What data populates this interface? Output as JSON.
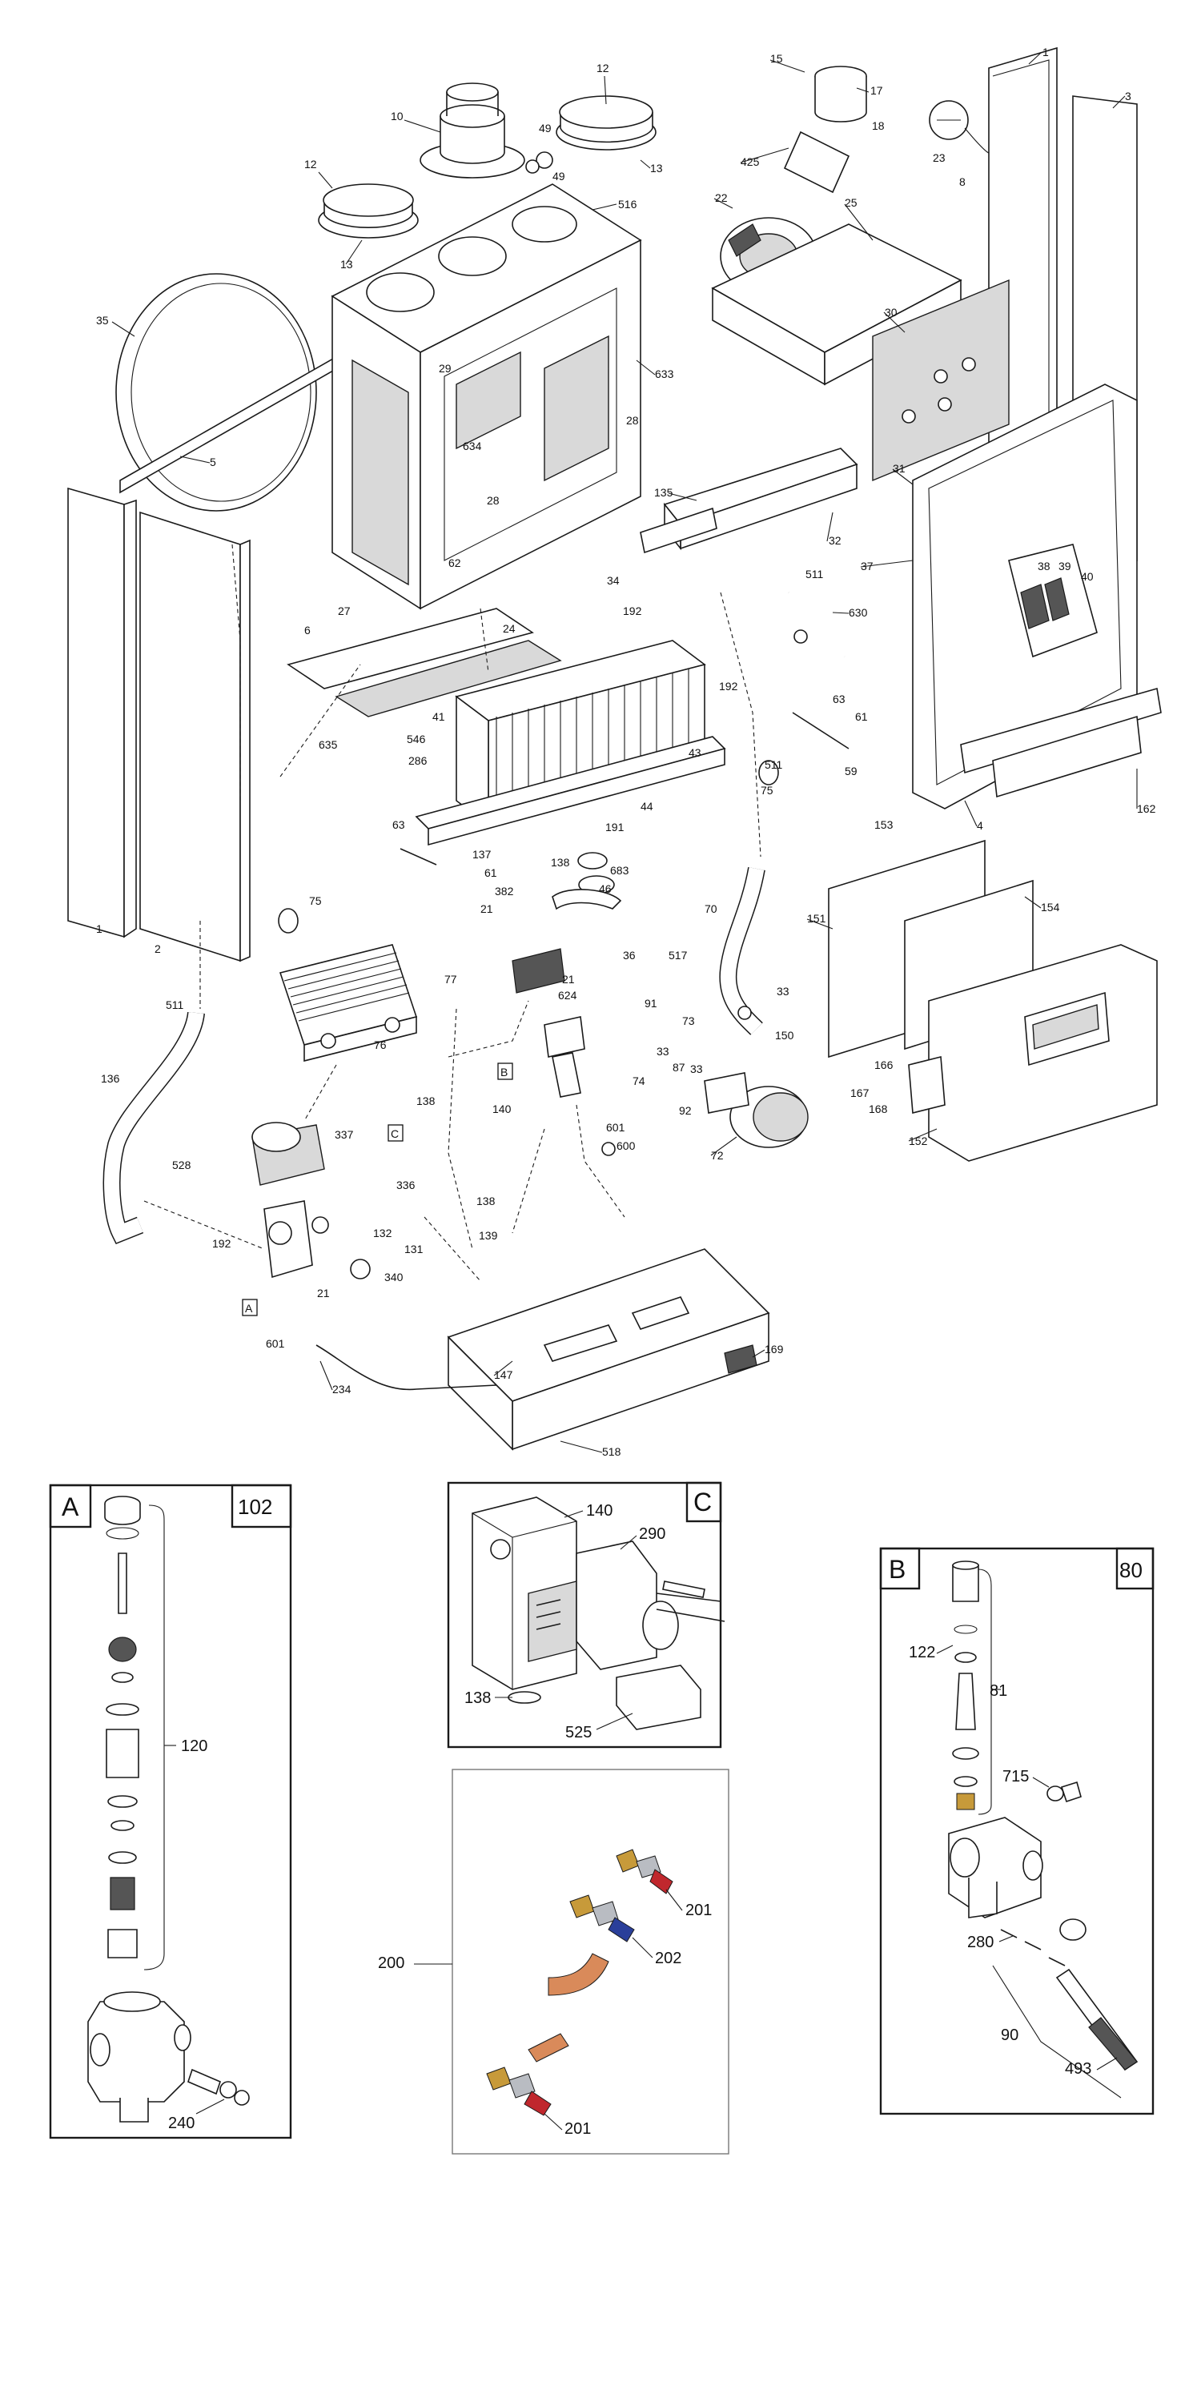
{
  "callouts": {
    "c1": "1",
    "c3": "3",
    "c12a": "12",
    "c12b": "12",
    "c10": "10",
    "c49a": "49",
    "c49b": "49",
    "c13a": "13",
    "c13b": "13",
    "c516": "516",
    "c15": "15",
    "c17": "17",
    "c18": "18",
    "c23": "23",
    "c8": "8",
    "c425": "425",
    "c22": "22",
    "c25": "25",
    "c35": "35",
    "c30": "30",
    "c29": "29",
    "c633": "633",
    "c28a": "28",
    "c28b": "28",
    "c634": "634",
    "c5": "5",
    "c31": "31",
    "c135": "135",
    "c32": "32",
    "c62": "62",
    "c34": "34",
    "c511a": "511",
    "c37": "37",
    "c38": "38",
    "c39": "39",
    "c40": "40",
    "c27": "27",
    "c6": "6",
    "c24": "24",
    "c192a": "192",
    "c630": "630",
    "c192b": "192",
    "c546": "546",
    "c41": "41",
    "c635": "635",
    "c63a": "63",
    "c61a": "61",
    "c286": "286",
    "c43": "43",
    "c511b": "511",
    "c59": "59",
    "c75a": "75",
    "c44": "44",
    "c162": "162",
    "c4": "4",
    "c63b": "63",
    "c191": "191",
    "c153": "153",
    "c137": "137",
    "c138a": "138",
    "c683": "683",
    "c61b": "61",
    "c46": "46",
    "c382": "382",
    "c21a": "21",
    "c70": "70",
    "c151": "151",
    "c154": "154",
    "c1b": "1",
    "c2": "2",
    "c75b": "75",
    "c517": "517",
    "c36": "36",
    "c77": "77",
    "c21b": "21",
    "c624": "624",
    "c91": "91",
    "c33a": "33",
    "c511c": "511",
    "c76": "76",
    "c73": "73",
    "c150": "150",
    "c166": "166",
    "c33b": "33",
    "c87": "87",
    "c33c": "33",
    "c167": "167",
    "c168": "168",
    "c136": "136",
    "c138b": "138",
    "c140a": "140",
    "c74": "74",
    "c92": "92",
    "c152": "152",
    "c337": "337",
    "c601a": "601",
    "c600": "600",
    "c72": "72",
    "c528": "528",
    "c336": "336",
    "c138c": "138",
    "c139": "139",
    "c192c": "192",
    "c132": "132",
    "c131": "131",
    "c340": "340",
    "c21c": "21",
    "c601b": "601",
    "c169": "169",
    "c234": "234",
    "c147": "147",
    "c518": "518",
    "a102": "102",
    "a120": "120",
    "a240": "240",
    "c140b": "140",
    "c290": "290",
    "c138d": "138",
    "c525": "525",
    "b80": "80",
    "b122": "122",
    "b81": "81",
    "b715": "715",
    "b280": "280",
    "b90": "90",
    "b493": "493",
    "k200": "200",
    "k201a": "201",
    "k202": "202",
    "k201b": "201"
  },
  "detail_tags": {
    "A": "A",
    "B": "B",
    "C": "C"
  }
}
